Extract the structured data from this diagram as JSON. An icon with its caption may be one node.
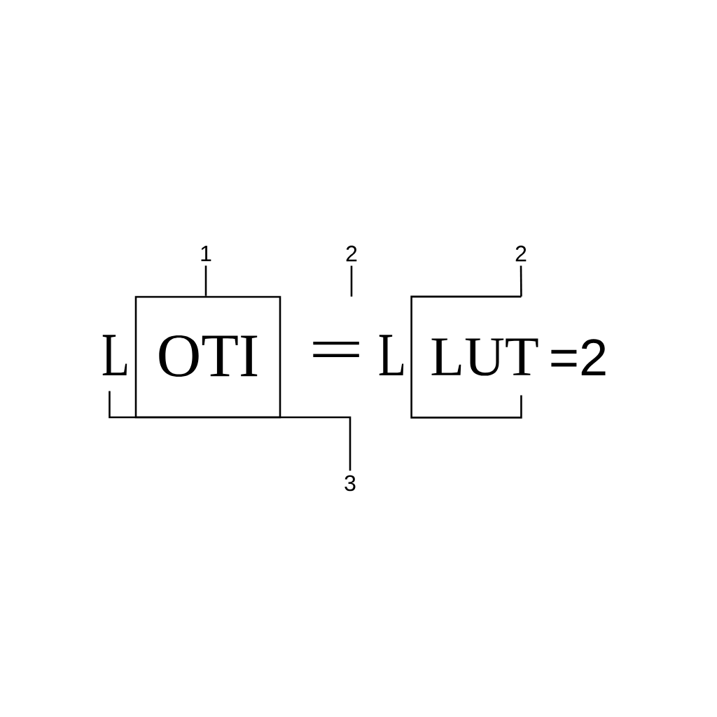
{
  "diagram": {
    "nodes": [
      {
        "text": [
          "1"
        ]
      },
      {
        "text": [
          "2"
        ]
      },
      {
        "text": [
          "2"
        ]
      },
      {
        "text": [
          "L"
        ]
      },
      {
        "text": [
          "OTI"
        ]
      },
      {
        "text": [
          "LUT"
        ]
      },
      {
        "text": [
          "3"
        ]
      }
    ],
    "edges": [
      {
        "from": 0,
        "to": 4,
        "arrow": "none"
      },
      {
        "from": 1,
        "to": null,
        "arrow": "none"
      },
      {
        "from": 3,
        "to": 6,
        "arrow": "none"
      },
      {
        "from": 2,
        "to": 5,
        "arrow": "none"
      }
    ],
    "labels": [
      "=",
      "L",
      "=2"
    ]
  }
}
